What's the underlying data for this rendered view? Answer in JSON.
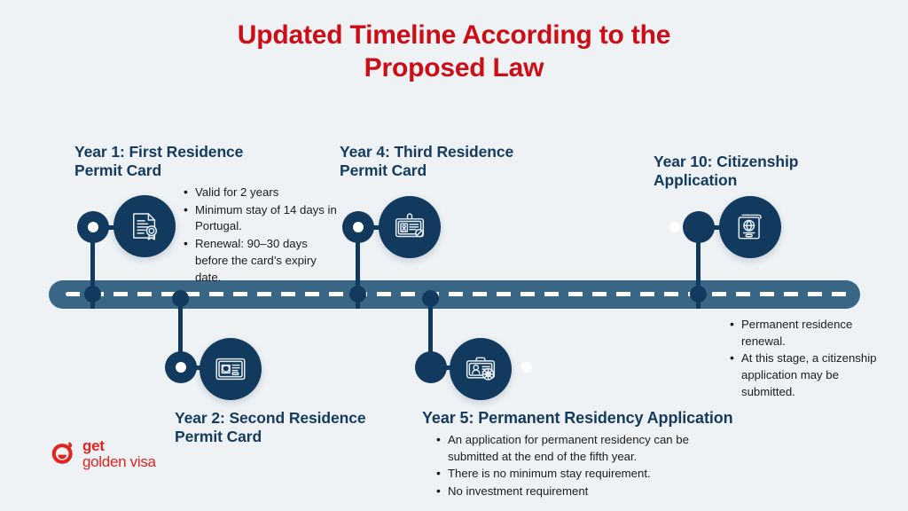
{
  "title": "Updated Timeline According to the Proposed Law",
  "colors": {
    "background": "#eef2f5",
    "title_red": "#cc0d15",
    "navy": "#123a5e",
    "heading_navy": "#143a5e",
    "bar_blue": "#3a6685",
    "logo_red": "#e0241f",
    "body_text": "#1c1c1c"
  },
  "milestones": [
    {
      "id": "year-1",
      "title": "Year 1: First Residence Permit Card",
      "icon": "document-certificate-icon",
      "bullets": [
        "Valid for 2 years",
        "Minimum stay of 14 days in Portugal.",
        "Renewal: 90–30 days before the card’s expiry date."
      ]
    },
    {
      "id": "year-2",
      "title": "Year 2: Second Residence Permit Card",
      "icon": "id-card-photo-icon",
      "bullets": []
    },
    {
      "id": "year-4",
      "title": "Year 4: Third Residence Permit Card",
      "icon": "id-badge-icon",
      "bullets": []
    },
    {
      "id": "year-5",
      "title": "Year 5: Permanent Residency Application",
      "icon": "portfolio-id-icon",
      "bullets": [
        "An application for permanent residency can be submitted at the end of the fifth year.",
        "There is no minimum stay requirement.",
        "No investment requirement"
      ]
    },
    {
      "id": "year-10",
      "title": "Year 10: Citizenship Application",
      "icon": "passport-globe-icon",
      "bullets": [
        "Permanent residence renewal.",
        "At this stage, a citizenship application may be submitted."
      ]
    }
  ],
  "logo": {
    "mark": "get-golden-visa-logo-icon",
    "line1": "get",
    "line2": "golden visa"
  }
}
